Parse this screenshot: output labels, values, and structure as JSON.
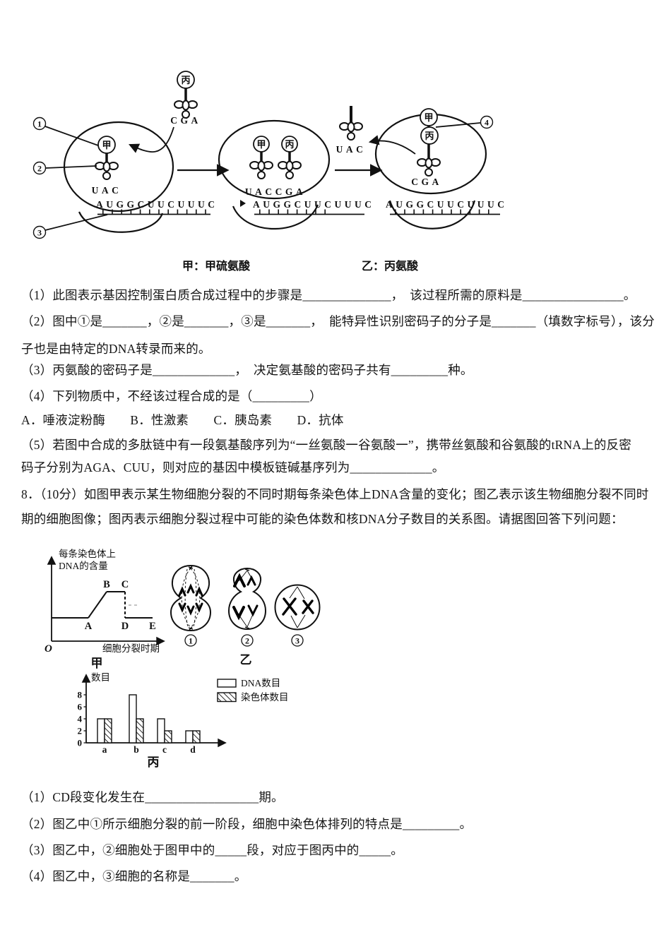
{
  "figure_translation": {
    "marker_1": "1",
    "marker_2": "2",
    "marker_3": "3",
    "marker_4": "4",
    "amino_jia": "甲",
    "amino_bing": "丙",
    "anticodon_uac": "UAC",
    "anticodon_cga": "CGA",
    "codon_pair": "UACCGA",
    "mrna_sequence": "AUGGCUUCUUUC",
    "caption_jia": "甲：甲硫氨酸",
    "caption_yi": "乙：丙氨酸"
  },
  "question7": {
    "lines": [
      "（1）此图表示基因控制蛋白质合成过程中的步骤是______________，　该过程所需的原料是________________。",
      "（2）图中①是_______，②是_______，③是_______，　能特异性识别密码子的分子是_______（填数字标号），该分",
      "子也是由特定的DNA转录而来的。",
      "（3）丙氨酸的密码子是_____________，　决定氨基酸的密码子共有_________种。",
      "（4）下列物质中，不经该过程合成的是（_________）",
      "A．唾液淀粉酶　　B．性激素　　C．胰岛素　　D．抗体",
      "（5）若图中合成的多肽链中有一段氨基酸序列为“一丝氨酸一谷氨酸一”，携带丝氨酸和谷氨酸的tRNA上的反密",
      "码子分别为AGA、CUU，则对应的基因中模板链碱基序列为_____________。"
    ]
  },
  "question8": {
    "intro_lines": [
      "8．（10分）如图甲表示某生物细胞分裂的不同时期每条染色体上DNA含量的变化；图乙表示该生物细胞分裂不同时",
      "期的细胞图像；图丙表示细胞分裂过程中可能的染色体数和核DNA分子数目的关系图。请据图回答下列问题："
    ],
    "fig_jia": {
      "ylabel_line1": "每条染色体上",
      "ylabel_line2": "DNA的含量",
      "xlabel": "细胞分裂时期",
      "origin": "O",
      "label": "甲"
    },
    "fig_yi": {
      "cell_1": "1",
      "cell_2": "2",
      "cell_3": "3",
      "label": "乙"
    },
    "fig_bing": {
      "ylabel": "数目",
      "label": "丙"
    },
    "sub_questions": [
      "（1）CD段变化发生在__________________期。",
      "（2）图乙中①所示细胞分裂的前一阶段，细胞中染色体排列的特点是_________。",
      "（3）图乙中，②细胞处于图甲中的_____段，对应于图丙中的_____。",
      "（4）图乙中，③细胞的名称是_______。"
    ]
  },
  "chart_data": [
    {
      "type": "line",
      "figure": "甲",
      "title": "每条染色体上DNA的含量随细胞分裂时期的变化",
      "xlabel": "细胞分裂时期",
      "ylabel": "每条染色体上DNA的含量",
      "ylim": [
        0,
        2.5
      ],
      "grid": false,
      "points": [
        {
          "label": "",
          "x": 0,
          "y": 1
        },
        {
          "label": "A",
          "x": 2,
          "y": 1
        },
        {
          "label": "B",
          "x": 3,
          "y": 2
        },
        {
          "label": "C",
          "x": 4,
          "y": 2
        },
        {
          "label": "D",
          "x": 4,
          "y": 1
        },
        {
          "label": "E",
          "x": 5.5,
          "y": 1
        }
      ],
      "note": "CD段为垂直虚线下降"
    },
    {
      "type": "bar",
      "figure": "丙",
      "ylabel": "数目",
      "categories": [
        "a",
        "b",
        "c",
        "d"
      ],
      "series": [
        {
          "name": "DNA数目",
          "style": "open",
          "values": [
            4,
            8,
            4,
            2
          ]
        },
        {
          "name": "染色体数目",
          "style": "hatched",
          "values": [
            4,
            4,
            2,
            2
          ]
        }
      ],
      "yticks": [
        0,
        2,
        4,
        6,
        8
      ],
      "ylim": [
        0,
        9
      ],
      "grid": false,
      "legend_position": "top-right"
    }
  ]
}
